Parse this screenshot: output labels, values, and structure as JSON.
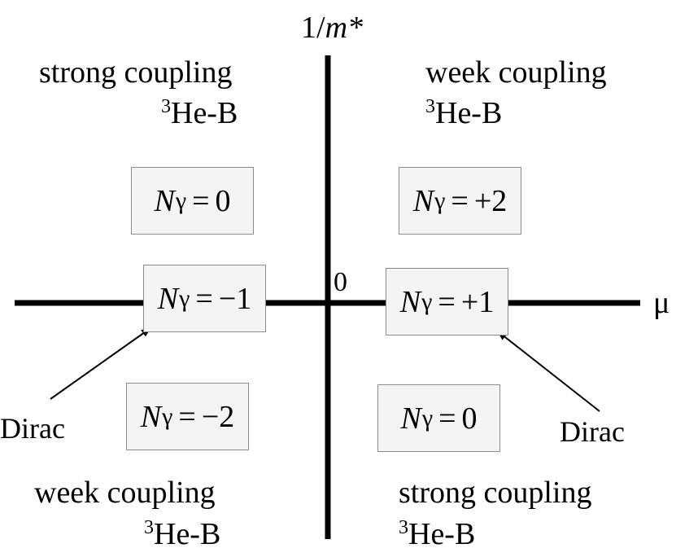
{
  "axes": {
    "vertical_label": {
      "prefix": "1/",
      "var": "m*"
    },
    "horizontal_label": "μ",
    "origin_label": "0"
  },
  "quadrants": {
    "top_left": {
      "text": "strong coupling",
      "sup": "3",
      "name": "He-B"
    },
    "top_right": {
      "text": "week coupling",
      "sup": "3",
      "name": "He-B"
    },
    "bottom_left": {
      "text": "week coupling",
      "sup": "3",
      "name": "He-B"
    },
    "bottom_right": {
      "text": "strong coupling",
      "sup": "3",
      "name": "He-B"
    }
  },
  "boxes": {
    "upper_left": {
      "N": "N",
      "sub": "γ",
      "eq": "=",
      "value": "0"
    },
    "upper_right": {
      "N": "N",
      "sub": "γ",
      "eq": "=",
      "value": "+2"
    },
    "axis_left": {
      "N": "N",
      "sub": "γ",
      "eq": "=",
      "value": "−1"
    },
    "axis_right": {
      "N": "N",
      "sub": "γ",
      "eq": "=",
      "value": "+1"
    },
    "lower_left": {
      "N": "N",
      "sub": "γ",
      "eq": "=",
      "value": "−2"
    },
    "lower_right": {
      "N": "N",
      "sub": "γ",
      "eq": "=",
      "value": "0"
    }
  },
  "dirac_labels": {
    "left": "Dirac",
    "right": "Dirac"
  },
  "colors": {
    "line": "#000000",
    "box_fill": "#f4f4f4",
    "box_border": "#8c8c8c"
  }
}
